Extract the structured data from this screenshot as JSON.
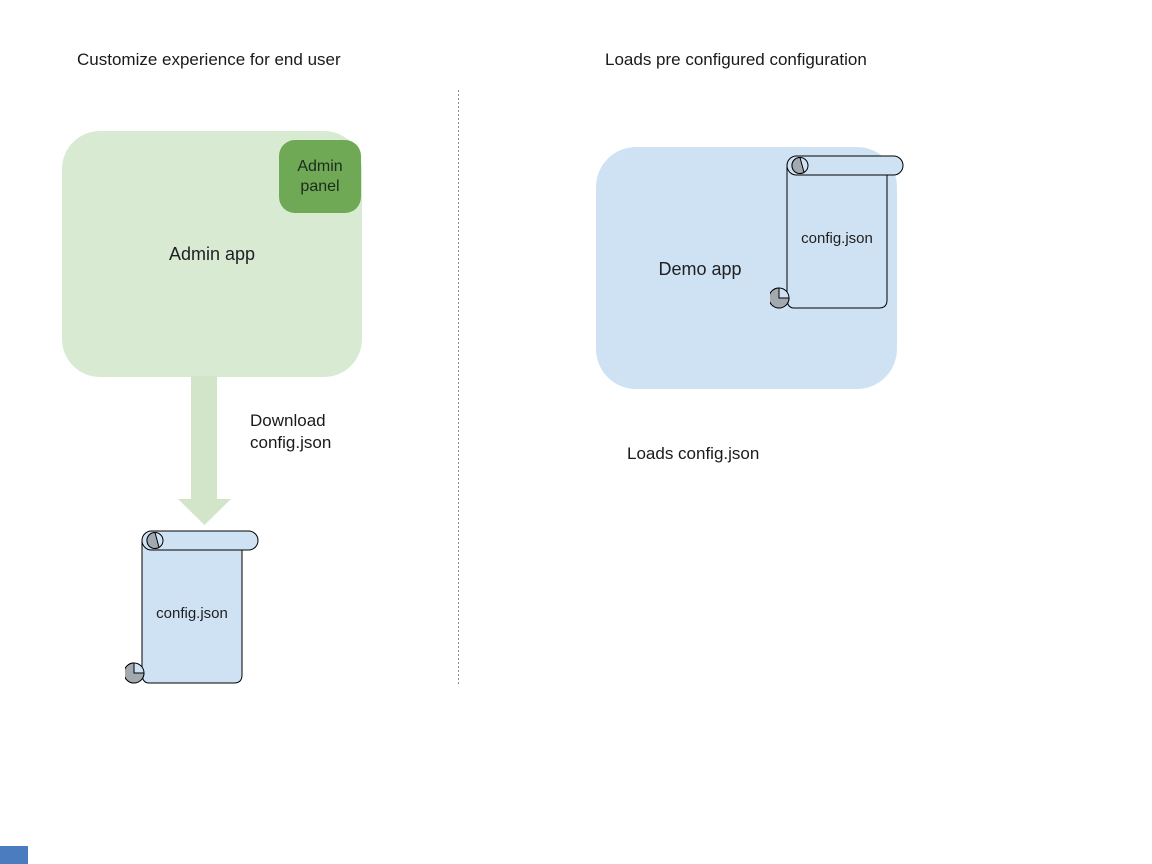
{
  "left": {
    "title": "Customize experience for end user",
    "app_label": "Admin app",
    "panel_line1": "Admin",
    "panel_line2": "panel",
    "download_line1": "Download",
    "download_line2": "config.json",
    "file_label": "config.json"
  },
  "right": {
    "title": "Loads pre configured configuration",
    "app_label": "Demo app",
    "file_label": "config.json",
    "caption": "Loads config.json"
  },
  "colors": {
    "admin_app_fill": "#d9ead3",
    "admin_panel_fill": "#6fa956",
    "arrow_fill": "#d3e5c8",
    "demo_app_fill": "#cfe2f3",
    "scroll_fill": "#cfe2f3",
    "scroll_outline": "#000000",
    "scroll_curl_gray": "#a3aaaf",
    "divider_gray": "#8a8a8a",
    "corner_blue": "#4a7cbf"
  }
}
